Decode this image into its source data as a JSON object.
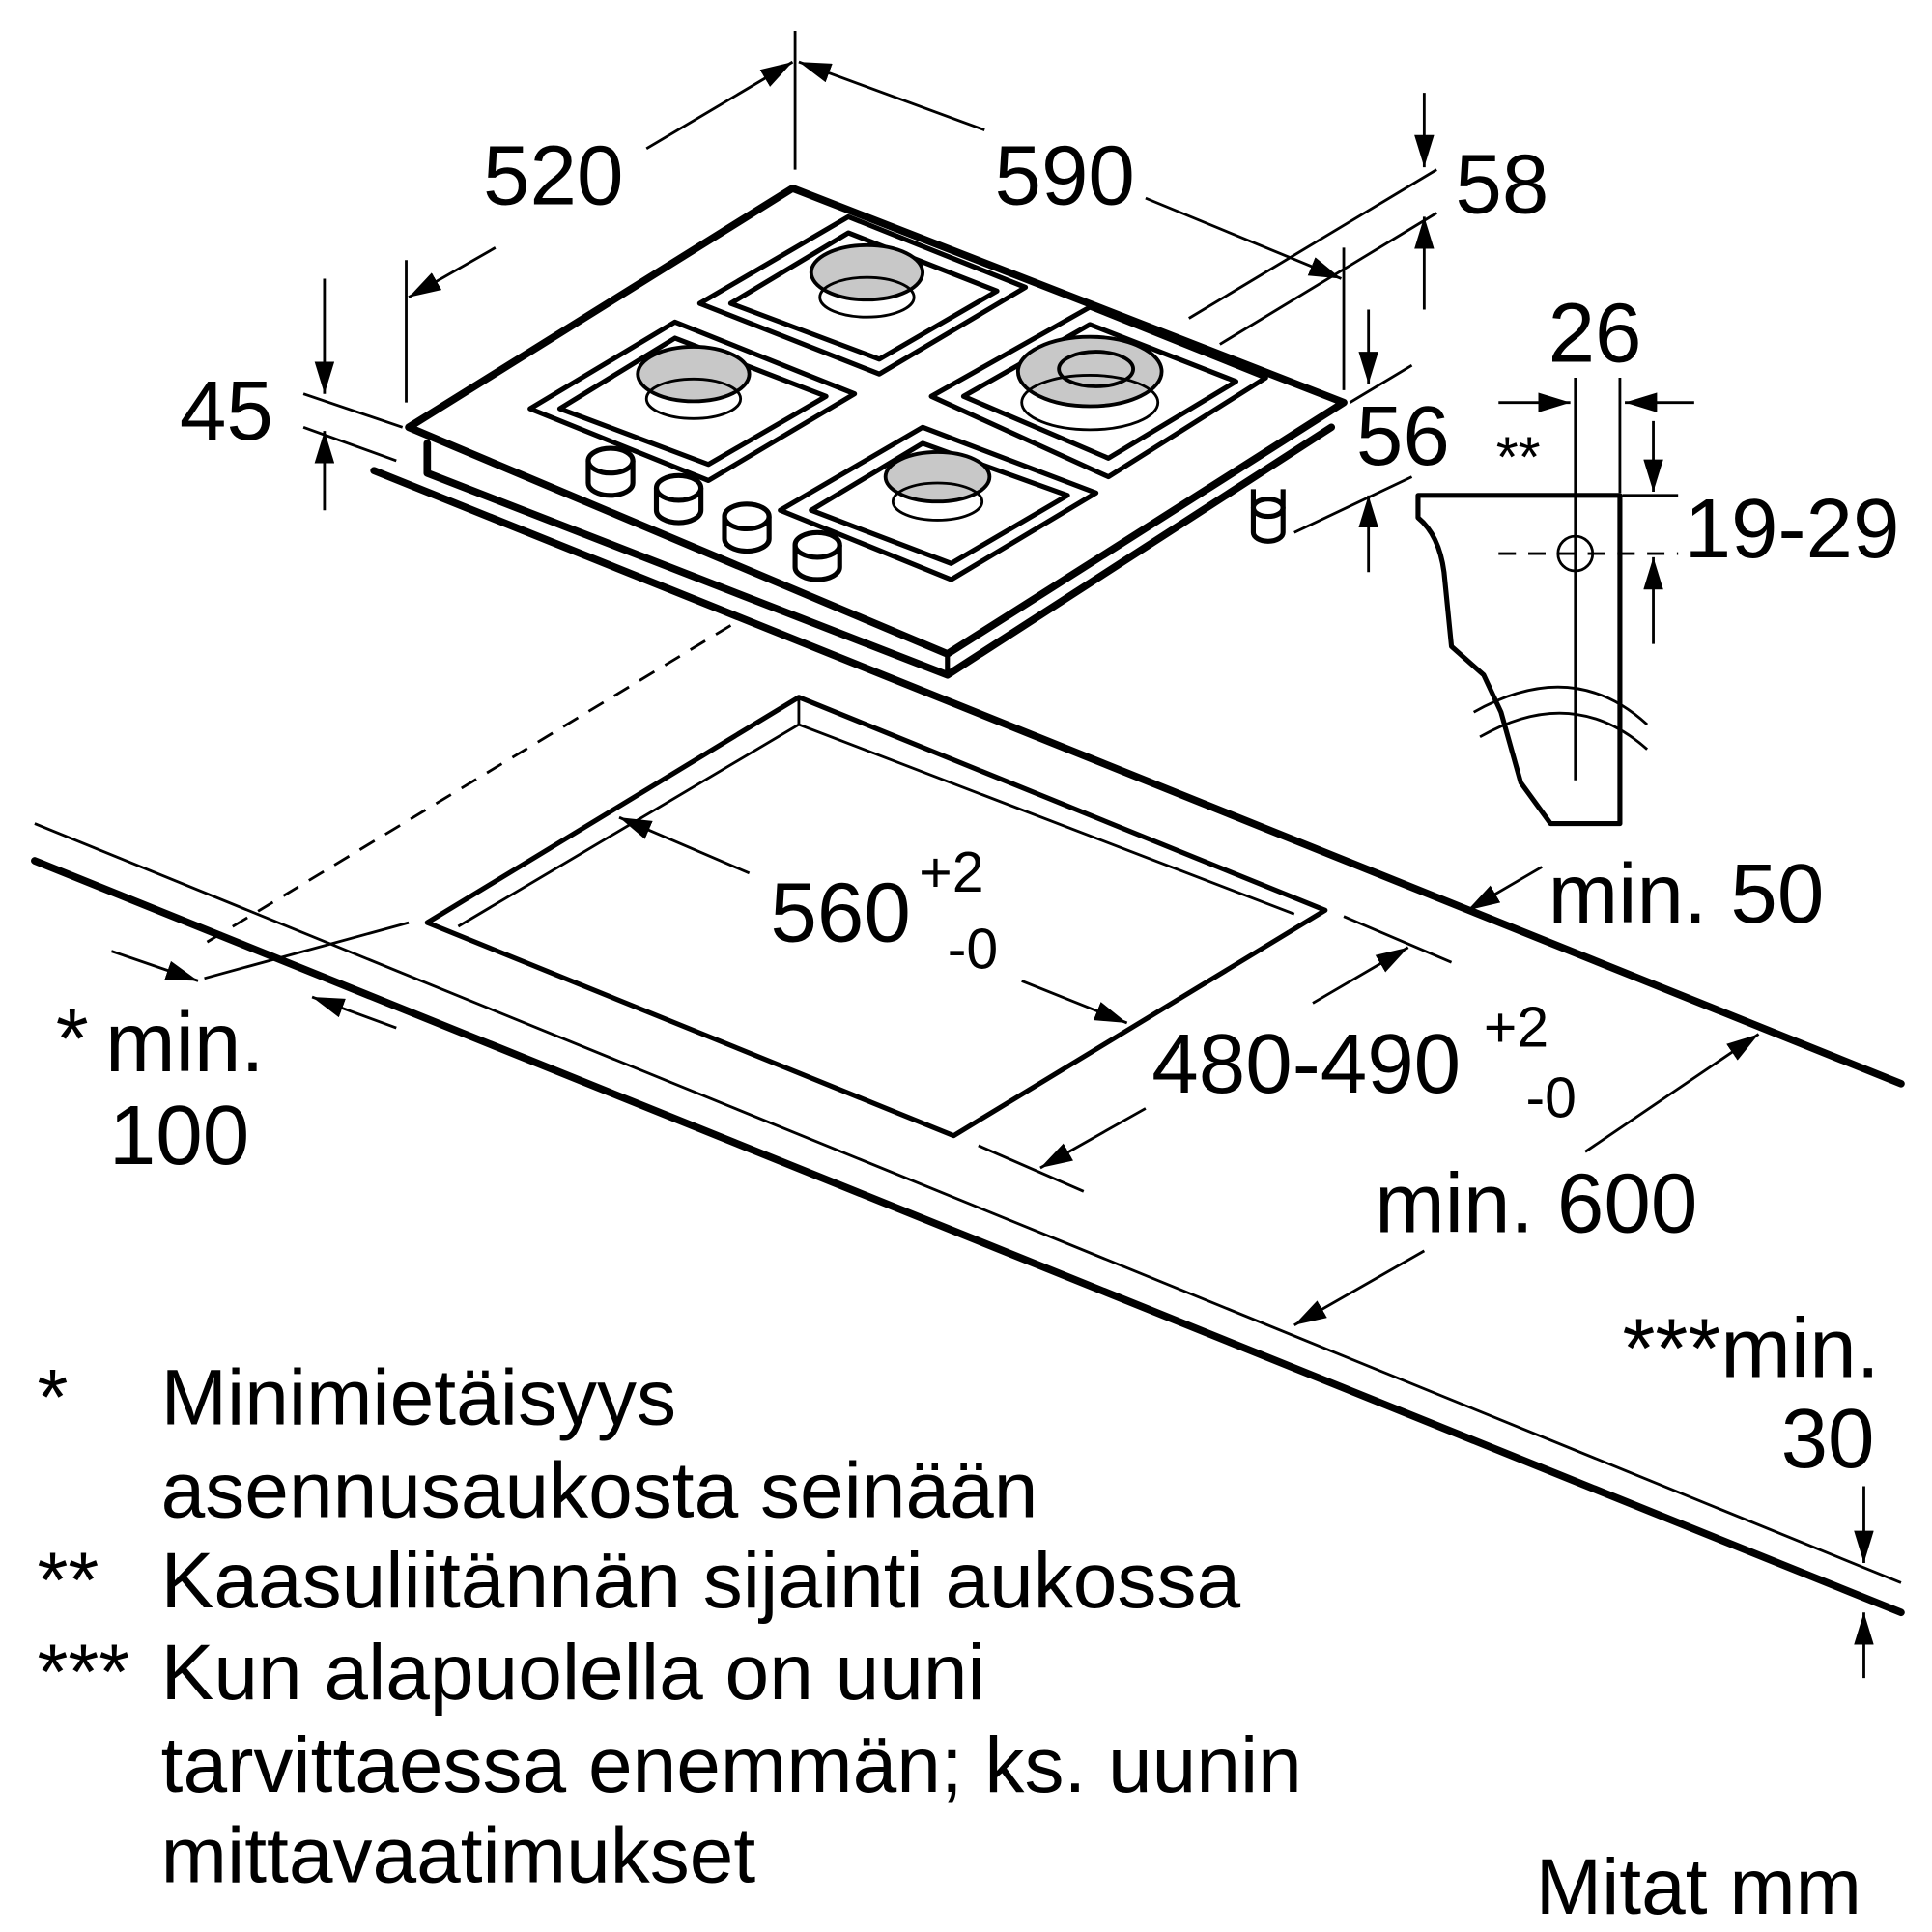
{
  "dimensions": {
    "depth": "520",
    "width": "590",
    "top_offset": "58",
    "height_left": "45",
    "height_right": "56",
    "gas_offset": "26",
    "gas_marker": "**",
    "gas_height": "19-29",
    "min_back": "min. 50",
    "cutout_width": "560",
    "cutout_width_plus": "+2",
    "cutout_width_minus": "-0",
    "cutout_depth": "480-490",
    "cutout_depth_plus": "+2",
    "cutout_depth_minus": "-0",
    "min_side_star": "*",
    "min_side_label": "min.",
    "min_side_value": "100",
    "min_depth": "min. 600",
    "min_worktop_label": "***min.",
    "min_worktop_value": "30"
  },
  "footnotes": [
    {
      "marker": "*",
      "lines": [
        "Minimietäisyys",
        "asennusaukosta seinään"
      ]
    },
    {
      "marker": "**",
      "lines": [
        "Kaasuliitännän sijainti aukossa"
      ]
    },
    {
      "marker": "***",
      "lines": [
        "Kun alapuolella on uuni",
        "tarvittaessa enemmän; ks. uunin",
        "mittavaatimukset"
      ]
    }
  ],
  "units_label": "Mitat mm"
}
